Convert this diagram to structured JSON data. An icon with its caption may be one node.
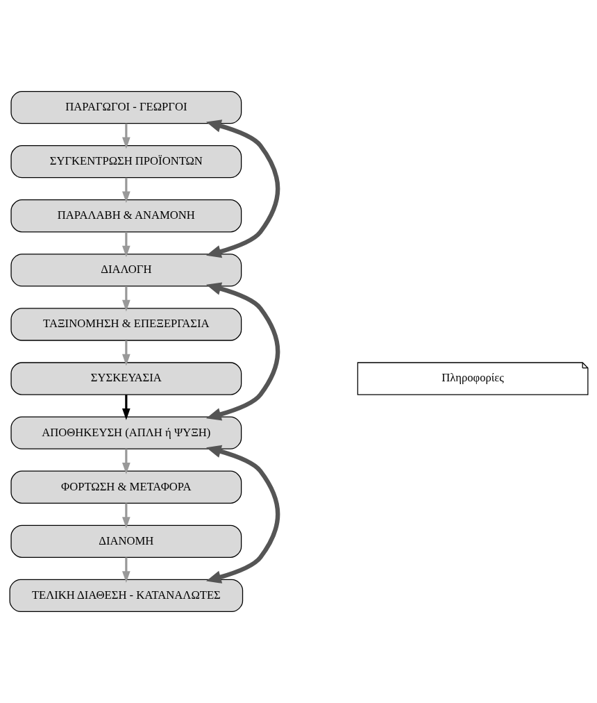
{
  "diagram": {
    "nodes": [
      {
        "text": [
          "ΠΑΡΑΓΩΓΟΙ - ΓΕΩΡΓΟΙ"
        ]
      },
      {
        "text": [
          "ΣΥΓΚΕΝΤΡΩΣΗ ΠΡΟΪΟΝΤΩΝ"
        ]
      },
      {
        "text": [
          "ΠΑΡΑΛΑΒΗ & ΑΝΑΜΟΝΗ"
        ]
      },
      {
        "text": [
          "ΔΙΑΛΟΓΗ"
        ]
      },
      {
        "text": [
          "ΤΑΞΙΝΟΜΗΣΗ & ΕΠΕΞΕΡΓΑΣΙΑ"
        ]
      },
      {
        "text": [
          "ΣΥΣΚΕΥΑΣΙΑ"
        ]
      },
      {
        "text": [
          "ΑΠΟΘΗΚΕΥΣΗ (ΑΠΛΗ ή ΨΥΞΗ)"
        ]
      },
      {
        "text": [
          "ΦΟΡΤΩΣΗ & ΜΕΤΑΦΟΡΑ"
        ]
      },
      {
        "text": [
          "ΔΙΑΝΟΜΗ"
        ]
      },
      {
        "text": [
          "ΤΕΛΙΚΗ ΔΙΑΘΕΣΗ - ΚΑΤΑΝΑΛΩΤΕΣ"
        ]
      },
      {
        "text": [
          "Πληροφορίες"
        ]
      }
    ],
    "edges": [
      {
        "from": 0,
        "to": 1,
        "arrow": "to"
      },
      {
        "from": 1,
        "to": 2,
        "arrow": "to"
      },
      {
        "from": 2,
        "to": 3,
        "arrow": "to"
      },
      {
        "from": 3,
        "to": 4,
        "arrow": "to"
      },
      {
        "from": 4,
        "to": 5,
        "arrow": "to"
      },
      {
        "from": 5,
        "to": 6,
        "arrow": "to",
        "color": "#000000"
      },
      {
        "from": 6,
        "to": 7,
        "arrow": "to"
      },
      {
        "from": 7,
        "to": 8,
        "arrow": "to"
      },
      {
        "from": 8,
        "to": 9,
        "arrow": "to"
      },
      {
        "from": 0,
        "to": 3,
        "arrow": "both",
        "style": "thick"
      },
      {
        "from": 3,
        "to": 6,
        "arrow": "both",
        "style": "thick"
      },
      {
        "from": 6,
        "to": 9,
        "arrow": "both",
        "style": "thick"
      }
    ]
  }
}
